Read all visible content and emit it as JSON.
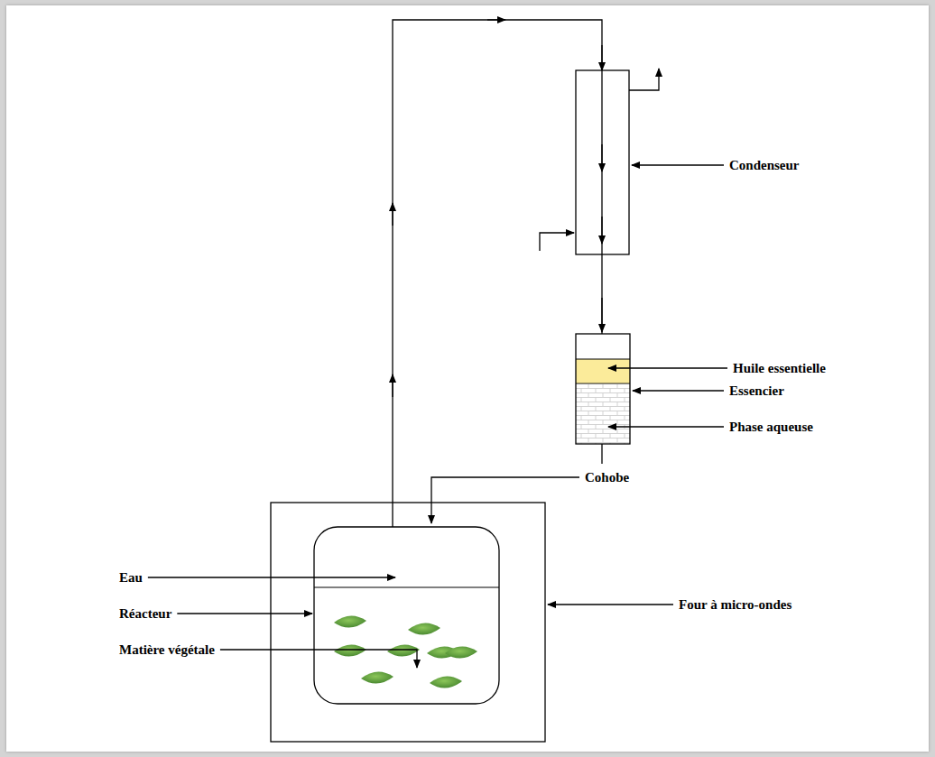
{
  "diagram": {
    "labels": [
      "Condenseur",
      "Huile essentielle",
      "Essencier",
      "Phase aqueuse",
      "Cohobe",
      "Eau",
      "Réacteur",
      "Matière végétale",
      "Four à micro-ondes"
    ]
  }
}
